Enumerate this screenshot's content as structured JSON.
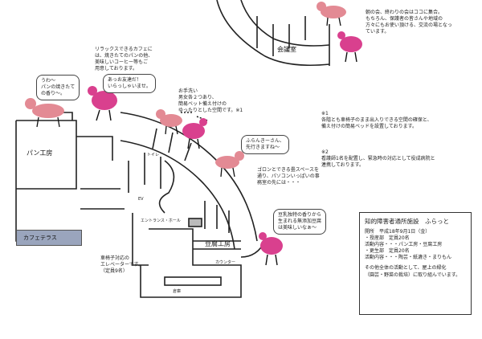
{
  "rooms": {
    "meeting": "会議室",
    "bakery": "パン工房",
    "tofu": "豆腐工房",
    "cafe_terrace": "カフェテラス"
  },
  "notes": {
    "meeting_note": "朝の会、終わりの会はココに集合。\nもちろん、保護者の皆さんや地域の\n方々にもお使い頂ける、交流の場となっ\nています。",
    "cafe_note": "リラックスできるカフェに\nは、焼きたてのパンの他、\n美味しいコーヒー等もご\n用意しております。",
    "toilet_note": "お手洗い\n男女各２つあり、\n簡易ベット備え付けの\nゆったりとした空間です。※1",
    "nap_note": "ゴロンとできる畳スペースを\n通り、パソコンいっぱいの事\n務室の先には・・・",
    "elevator_note": "車椅子対応の\nエレベーターです。\n（定員9名）",
    "footnote1": "※1\n各階とも車椅子のまま出入りできる空間の確保と、\n備え付けの簡易ベッドを設置しております。",
    "footnote2": "※2\n看護師1名を配置し、緊急時の対応として役成病院と\n連携しております。"
  },
  "bubbles": {
    "bread_smell": "うわ～\nパンの焼きたて\nの香り～。",
    "friend": "あっお友達だ！\nいらっしゃいませ。",
    "go_ahead": "ふらんきーさん、\n先行きますね～",
    "tofu_smell": "豆乳独特の香りから\n生まれる無添加豆腐\nは美味しいなぁ～"
  },
  "info": {
    "title": "知的障害者通所施設　ふらっと",
    "open": "開所　平成18年9月1日（金）",
    "lines": [
      "・授産部　定員20名",
      "活動内容・・・パン工房・豆腐工房",
      "・更生部　定員20名",
      "活動内容・・・陶芸・紙漉き・まりもん"
    ],
    "extra": "その他全体の活動として、屋上の緑化\n（園芸・野菜の栽培）に取り組んでいます。"
  },
  "plan_labels": {
    "hall": "エントランス・ホール",
    "toilet": "トイレ",
    "ev": "EV",
    "counter": "カウンター",
    "storage": "倉庫"
  },
  "colors": {
    "terrace": "#9aa5bd",
    "mascot_pink": "#d9408e",
    "mascot_dog": "#e38a94"
  }
}
